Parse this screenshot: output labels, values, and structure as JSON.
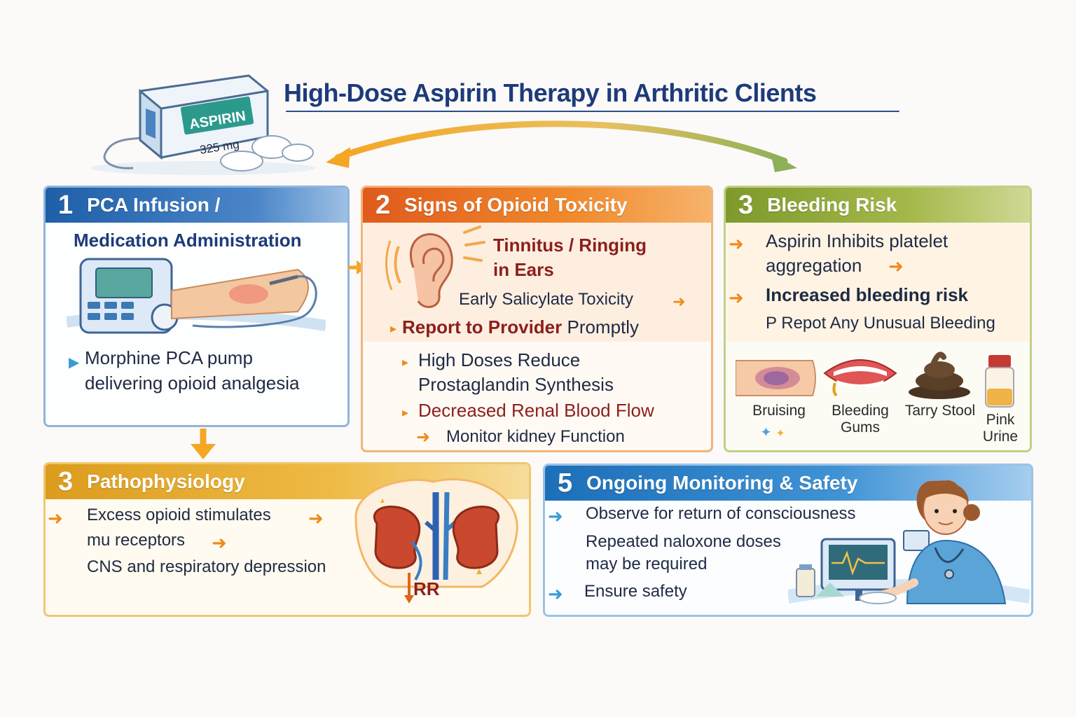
{
  "title": "High-Dose Aspirin Therapy in Arthritic Clients",
  "aspirin_box": {
    "label": "ASPIRIN",
    "dose": "325 mg"
  },
  "panels": {
    "pca": {
      "number": "1",
      "heading": "PCA Infusion /",
      "subheading": "Medication Administration",
      "bullet_line1": "Morphine PCA pump",
      "bullet_line2": "delivering opioid analgesia"
    },
    "opioid": {
      "number": "2",
      "heading": "Signs of Opioid Toxicity",
      "tinnitus_line1": "Tinnitus / Ringing",
      "tinnitus_line2": "in Ears",
      "early": "Early Salicylate Toxicity",
      "report_bold": "Report to Provider",
      "report_rest": " Promptly",
      "high_doses_line1": "High Doses Reduce",
      "high_doses_line2": "Prostaglandin Synthesis",
      "renal": "Decreased Renal Blood Flow",
      "monitor": "Monitor kidney Function"
    },
    "bleeding": {
      "number": "3",
      "heading": "Bleeding Risk",
      "inhibits_line1": "Aspirin Inhibits platelet",
      "inhibits_line2": "aggregation",
      "increased": "Increased bleeding risk",
      "report": "P Repot Any Unusual Bleeding",
      "signs": [
        {
          "label_line1": "Bruising",
          "label_line2": ""
        },
        {
          "label_line1": "Bleeding",
          "label_line2": "Gums"
        },
        {
          "label_line1": "Tarry Stool",
          "label_line2": ""
        },
        {
          "label_line1": "Pink",
          "label_line2": "Urine"
        }
      ]
    },
    "patho": {
      "number": "3",
      "heading": "Pathophysiology",
      "line1": "Excess opioid stimulates",
      "line2": "mu receptors",
      "line3": "CNS and respiratory depression",
      "rr_label": "RR"
    },
    "monitoring": {
      "number": "5",
      "heading": "Ongoing Monitoring & Safety",
      "line1": "Observe for return of consciousness",
      "line2a": "Repeated naloxone doses",
      "line2b": "may be required",
      "line3": "Ensure safety"
    }
  },
  "colors": {
    "pca": "#1e5fa8",
    "opioid": "#e05a1c",
    "bleeding": "#7e9a2c",
    "patho": "#dc9c1d",
    "monitoring": "#1c6fb8",
    "arrow": "#f08a1c"
  },
  "icons": [
    "aspirin-box-icon",
    "pca-pump-icon",
    "arm-iv-icon",
    "ear-icon",
    "bruise-icon",
    "bleeding-gums-icon",
    "tarry-stool-icon",
    "urine-bottle-icon",
    "kidneys-icon",
    "nurse-icon",
    "monitor-icon"
  ]
}
